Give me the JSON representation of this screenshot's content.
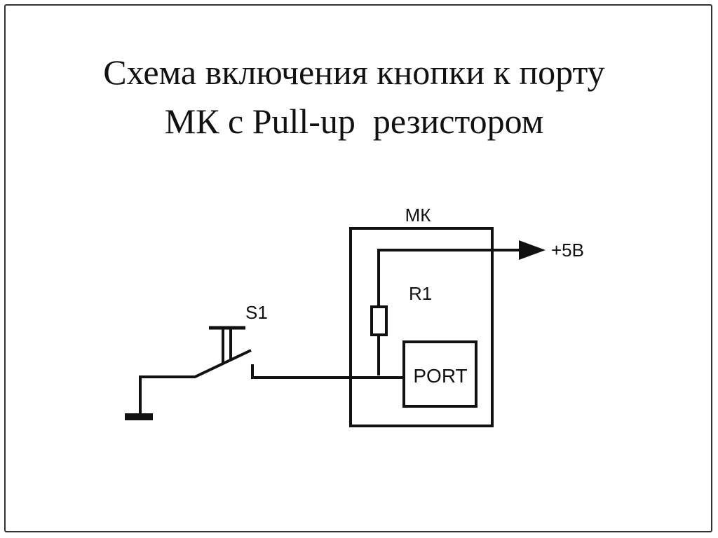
{
  "title": {
    "line1": "Схема включения кнопки к порту",
    "line2": "МК с Pull-up  резистором"
  },
  "diagram": {
    "mcu_label": "МК",
    "supply_label": "+5В",
    "resistor_label": "R1",
    "switch_label": "S1",
    "port_label": "PORT"
  }
}
